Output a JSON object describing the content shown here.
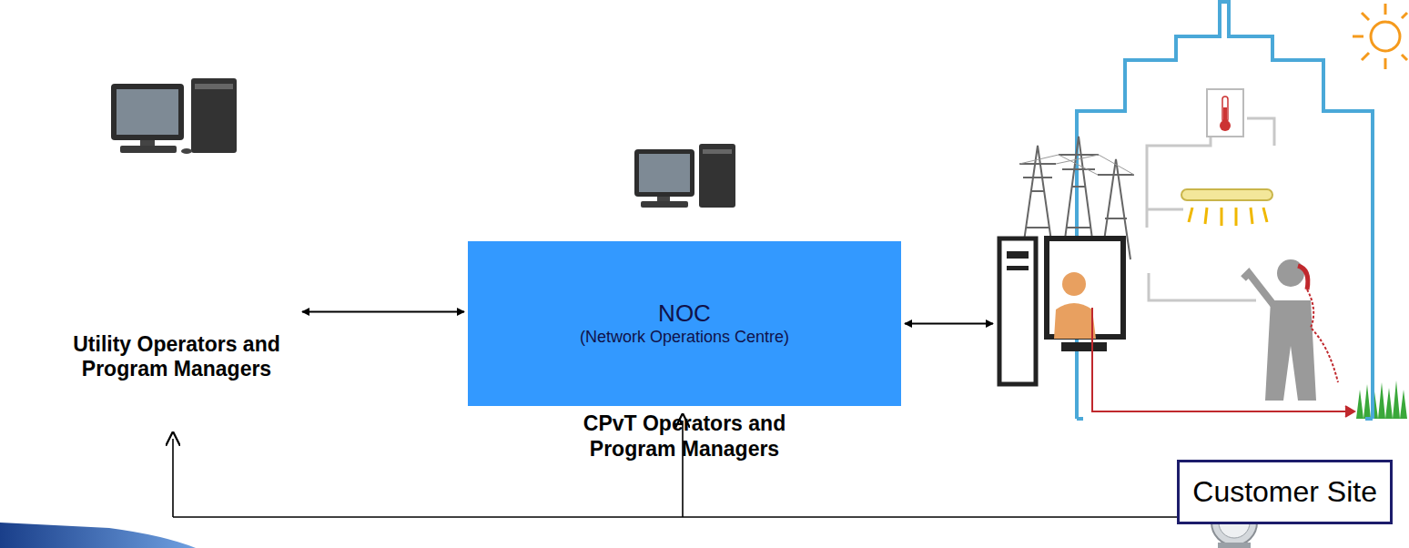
{
  "diagram": {
    "nodes": [
      {
        "text": [
          "Utility Operators and Program Managers"
        ]
      },
      {
        "text": [
          "NOC",
          "(Network Operations Centre)",
          "CPvT Operators and Program Managers"
        ]
      },
      {
        "text": [
          "Customer Site"
        ]
      }
    ],
    "edges": [
      {
        "from": 0,
        "to": 1,
        "arrow": "both"
      },
      {
        "from": 1,
        "to": 2,
        "arrow": "both"
      }
    ]
  }
}
